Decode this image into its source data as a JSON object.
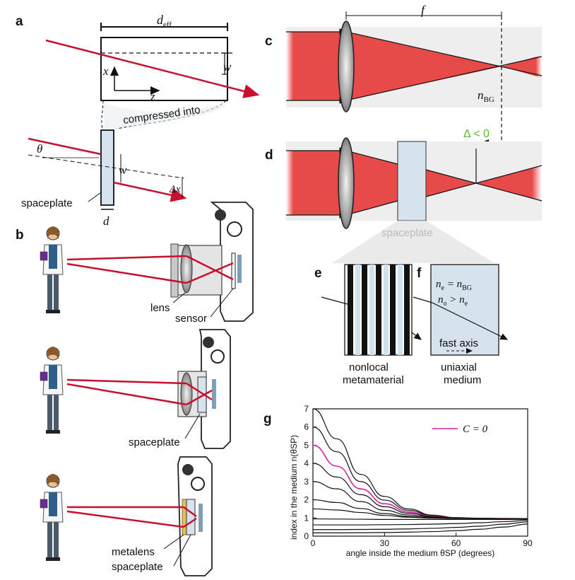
{
  "panels": {
    "a": "a",
    "b": "b",
    "c": "c",
    "d": "d",
    "e": "e",
    "f": "f",
    "g": "g"
  },
  "panel_a": {
    "deff": "d",
    "deff_sub": "eff",
    "w": "w",
    "x": "x",
    "z": "z",
    "compressed": "compressed into",
    "theta": "θ",
    "w2": "w",
    "dx": "Δx",
    "spaceplate": "spaceplate",
    "d": "d"
  },
  "panel_b": {
    "lens": "lens",
    "sensor": "sensor",
    "spaceplate": "spaceplate",
    "metalens": "metalens",
    "spaceplate2": "spaceplate"
  },
  "panel_c": {
    "f": "f",
    "nbg": "n",
    "nbg_sub": "BG"
  },
  "panel_d": {
    "delta": "Δ < 0",
    "spaceplate": "spaceplate"
  },
  "panel_e": {
    "line1": "nonlocal",
    "line2": "metamaterial"
  },
  "panel_f": {
    "ne": "n",
    "ne_sub": "e",
    "eq1": " = n",
    "eq1_sub": "BG",
    "no": "n",
    "no_sub": "o",
    "gt": " > n",
    "gt_sub": "e",
    "fast_axis": "fast axis",
    "line1": "uniaxial",
    "line2": "medium"
  },
  "colors": {
    "beam": "#e03030",
    "ray": "#c8102e",
    "plate": "#d6e2ee",
    "magenta": "#d6249f",
    "green": "#5cb82e"
  },
  "chart_data": {
    "type": "line",
    "xlabel": "angle inside the medium θSP (degrees)",
    "ylabel": "index in the medium n(θSP)",
    "xlim": [
      0,
      90
    ],
    "ylim": [
      0,
      7
    ],
    "xticks": [
      0,
      30,
      60,
      90
    ],
    "yticks": [
      0,
      1,
      2,
      3,
      4,
      5,
      6,
      7
    ],
    "legend": "C = 0",
    "legend_position": "top-right",
    "grid": false,
    "x": [
      0,
      10,
      20,
      30,
      40,
      50,
      60,
      70,
      80,
      90
    ],
    "series": [
      {
        "values": [
          7.0,
          5.35,
          3.4,
          2.18,
          1.5,
          1.16,
          1.02,
          0.98,
          0.97,
          0.96
        ]
      },
      {
        "values": [
          6.0,
          4.64,
          3.0,
          1.98,
          1.42,
          1.13,
          1.01,
          0.98,
          0.97,
          0.96
        ]
      },
      {
        "values": [
          5.0,
          3.85,
          2.6,
          1.78,
          1.33,
          1.1,
          1.01,
          0.98,
          0.97,
          0.96
        ],
        "color": "magenta",
        "label": "C = 0"
      },
      {
        "values": [
          4.0,
          3.25,
          2.28,
          1.62,
          1.26,
          1.08,
          1.0,
          0.98,
          0.97,
          0.96
        ]
      },
      {
        "values": [
          3.0,
          2.6,
          1.9,
          1.42,
          1.17,
          1.05,
          0.99,
          0.98,
          0.97,
          0.96
        ]
      },
      {
        "values": [
          2.0,
          1.85,
          1.52,
          1.24,
          1.09,
          1.01,
          0.98,
          0.97,
          0.96,
          0.96
        ]
      },
      {
        "values": [
          1.5,
          1.44,
          1.3,
          1.14,
          1.04,
          0.99,
          0.97,
          0.96,
          0.96,
          0.96
        ]
      },
      {
        "values": [
          0.95,
          0.94,
          0.93,
          0.92,
          0.92,
          0.92,
          0.92,
          0.92,
          0.92,
          0.92
        ]
      },
      {
        "values": [
          0.62,
          0.62,
          0.62,
          0.63,
          0.64,
          0.66,
          0.69,
          0.74,
          0.8,
          0.86
        ]
      },
      {
        "values": [
          0.36,
          0.36,
          0.37,
          0.38,
          0.4,
          0.43,
          0.48,
          0.55,
          0.66,
          0.78
        ]
      },
      {
        "values": [
          0.18,
          0.18,
          0.19,
          0.2,
          0.22,
          0.25,
          0.3,
          0.38,
          0.5,
          0.66
        ]
      }
    ]
  }
}
